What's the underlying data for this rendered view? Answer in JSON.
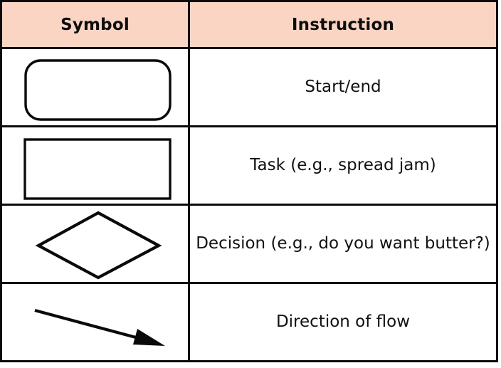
{
  "table": {
    "name": "flowchart-symbol-key",
    "columns": [
      {
        "key": "symbol",
        "label": "Symbol"
      },
      {
        "key": "instruction",
        "label": "Instruction"
      }
    ],
    "header_background": "#fad5c4",
    "border_color": "#0a0a0a",
    "cell_background": "#ffffff",
    "rows": [
      {
        "symbol_name": "rounded-rectangle-shape",
        "symbol_description": "rounded rectangle",
        "instruction": "Start/end"
      },
      {
        "symbol_name": "rectangle-shape",
        "symbol_description": "rectangle",
        "instruction": "Task (e.g., spread jam)"
      },
      {
        "symbol_name": "diamond-shape",
        "symbol_description": "diamond",
        "instruction": "Decision (e.g., do you want butter?)"
      },
      {
        "symbol_name": "arrow-shape",
        "symbol_description": "arrow pointing down-right",
        "instruction": "Direction of flow"
      }
    ]
  }
}
